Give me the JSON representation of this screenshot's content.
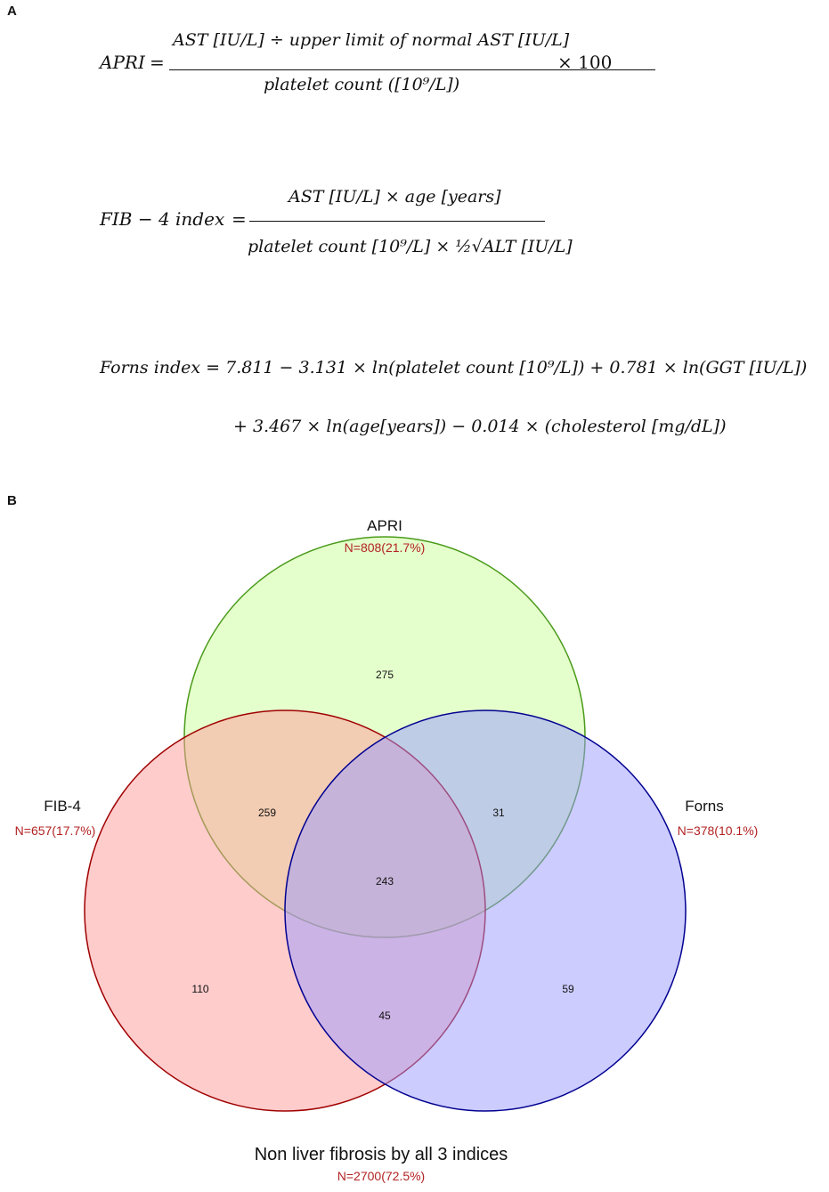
{
  "panel_a_label": "A",
  "panel_b_label": "B",
  "formulas": {
    "apri": {
      "name": "APRI",
      "numerator": "AST [IU/L] ÷ upper limit of normal AST [IU/L]",
      "denominator": "platelet count ([10⁹/L])",
      "multiplier": "× 100"
    },
    "fib4": {
      "name": "FIB − 4 index",
      "numerator": "AST [IU/L] × age [years]",
      "denominator": "platelet count [10⁹/L] × ½√ALT [IU/L]"
    },
    "forns": {
      "line1": "Forns index = 7.811 − 3.131 × ln(platelet count [10⁹/L]) + 0.781 × ln(GGT [IU/L])",
      "line2": "+ 3.467 × ln(age[years]) − 0.014 × (cholesterol [mg/dL])"
    }
  },
  "venn": {
    "sets": [
      {
        "id": "apri",
        "label": "APRI",
        "count_label": "N=808(21.7%)",
        "color": "#ccff99"
      },
      {
        "id": "fib4",
        "label": "FIB-4",
        "count_label": "N=657(17.7%)",
        "color": "#ff9999"
      },
      {
        "id": "forns",
        "label": "Forns",
        "count_label": "N=378(10.1%)",
        "color": "#9999ff"
      }
    ],
    "regions": {
      "apri_only": 275,
      "fib4_only": 110,
      "forns_only": 59,
      "apri_fib4": 259,
      "apri_forns": 31,
      "fib4_forns": 45,
      "all_three": 243
    },
    "outside_label": "Non liver fibrosis by all 3 indices",
    "outside_count": "N=2700(72.5%)",
    "label_color": "#b22222"
  }
}
